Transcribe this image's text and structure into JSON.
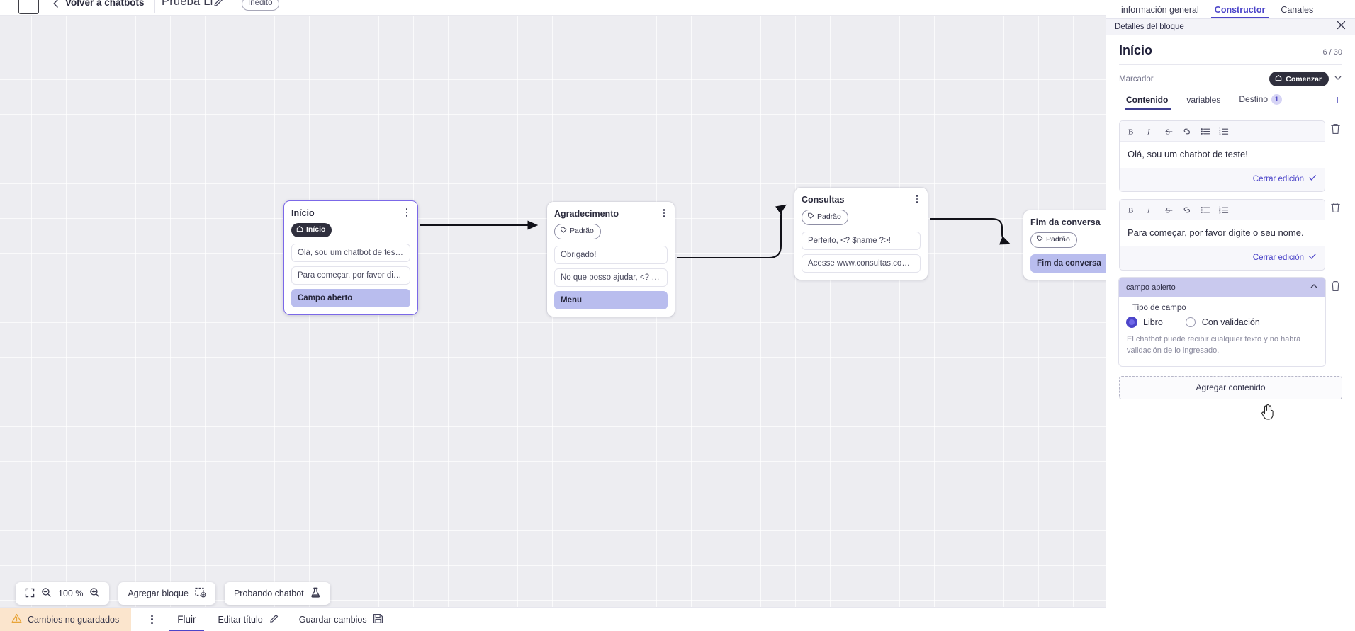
{
  "header": {
    "logo_icon": "app-logo-icon",
    "back_icon": "chevron-left-icon",
    "back_label": "Volver a chatbots",
    "doc_title": "Prueba Li",
    "edit_icon": "pencil-icon",
    "status_badge": "Inédito"
  },
  "right_tabs": [
    {
      "label": "información general",
      "active": false
    },
    {
      "label": "Constructor",
      "active": true
    },
    {
      "label": "Canales",
      "active": false
    }
  ],
  "panel": {
    "head_title": "Detalles del bloque",
    "close_icon": "close-icon",
    "block_title": "Início",
    "block_count": "6 / 30",
    "marker_label": "Marcador",
    "marker_pill": "Comenzar",
    "marker_pill_icon": "home-icon",
    "marker_chevron_icon": "chevron-down-icon",
    "tabs": [
      {
        "label": "Contenido",
        "active": true,
        "badge": ""
      },
      {
        "label": "variables",
        "active": false,
        "badge": ""
      },
      {
        "label": "Destino",
        "active": false,
        "badge": "1"
      }
    ],
    "kebab_icon": "more-vertical-icon",
    "toolbar_icons": [
      "bold-icon",
      "italic-icon",
      "strikethrough-icon",
      "link-icon",
      "bullet-list-icon",
      "numbered-list-icon"
    ],
    "editors": [
      {
        "text": "Olá, sou um chatbot de teste!",
        "close_edit": "Cerrar edición",
        "check_icon": "check-icon",
        "delete_icon": "trash-icon"
      },
      {
        "text": "Para começar, por favor digite o seu nome.",
        "close_edit": "Cerrar edición",
        "check_icon": "check-icon",
        "delete_icon": "trash-icon"
      }
    ],
    "field": {
      "head_label": "campo abierto",
      "collapse_icon": "chevron-up-icon",
      "delete_icon": "trash-icon",
      "sub_label": "Tipo de campo",
      "options": [
        {
          "label": "Libro",
          "selected": true
        },
        {
          "label": "Con validación",
          "selected": false
        }
      ],
      "note": "El chatbot puede recibir cualquier texto y no habrá validación de lo ingresado."
    },
    "add_content_label": "Agregar contenido"
  },
  "canvas": {
    "nodes": [
      {
        "title": "Início",
        "tag": "Início",
        "tag_icon": "home-icon",
        "tag_kind": "start",
        "menu_icon": "more-vertical-icon",
        "selected": true,
        "items": [
          {
            "text": "Olá, sou um chatbot de teste!",
            "kind": "message"
          },
          {
            "text": "Para começar, por favor digite o ...",
            "kind": "message"
          },
          {
            "text": "Campo aberto",
            "kind": "field"
          }
        ]
      },
      {
        "title": "Agradecimento",
        "tag": "Padrão",
        "tag_icon": "tag-icon",
        "tag_kind": "default",
        "menu_icon": "more-vertical-icon",
        "selected": false,
        "items": [
          {
            "text": "Obrigado!",
            "kind": "message"
          },
          {
            "text": "No que posso ajudar, <? $name ...",
            "kind": "message"
          },
          {
            "text": "Menu",
            "kind": "field"
          }
        ]
      },
      {
        "title": "Consultas",
        "tag": "Padrão",
        "tag_icon": "tag-icon",
        "tag_kind": "default",
        "menu_icon": "more-vertical-icon",
        "selected": false,
        "items": [
          {
            "text": "Perfeito, <? $name ?>!",
            "kind": "message"
          },
          {
            "text": "Acesse www.consultas.com par...",
            "kind": "message"
          }
        ]
      },
      {
        "title": "Fim da conversa",
        "tag": "Padrão",
        "tag_icon": "tag-icon",
        "tag_kind": "default",
        "menu_icon": "",
        "selected": false,
        "items": [
          {
            "text": "Fim da conversa",
            "kind": "field"
          }
        ]
      }
    ],
    "tools": {
      "fit_icon": "fit-screen-icon",
      "zoom_out_icon": "zoom-out-icon",
      "zoom_level": "100 %",
      "zoom_in_icon": "zoom-in-icon",
      "add_block_label": "Agregar bloque",
      "add_block_icon": "add-block-icon",
      "test_label": "Probando chatbot",
      "test_icon": "flask-icon"
    }
  },
  "statusbar": {
    "unsaved_label": "Cambios no guardados",
    "warning_icon": "warning-icon",
    "kebab_icon": "more-vertical-icon",
    "tabs": [
      {
        "label": "Fluir",
        "active": true
      }
    ],
    "edit_title_label": "Editar título",
    "edit_title_icon": "pencil-icon",
    "save_label": "Guardar cambios",
    "save_icon": "save-icon"
  },
  "colors": {
    "accent": "#4c45c9",
    "field_fill": "#b9bdee",
    "warning_bg": "#fbe5cd",
    "dark_pill": "#2f2f3d"
  }
}
